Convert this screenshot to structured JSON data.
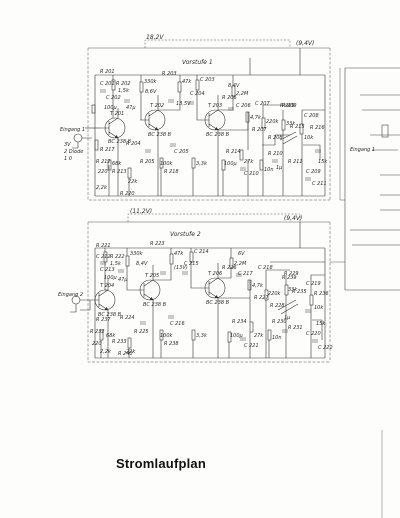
{
  "title": "Stromlaufplan",
  "stage1": {
    "top_voltage": "18,2V",
    "right_voltage": "(9,4V)",
    "board_label": "Vorstufe 1",
    "input_label": "Eingang 1",
    "input_pins": [
      "3V",
      "2 Diode",
      "1 0"
    ],
    "t1": {
      "ref": "T 201",
      "type": "BC 238 B"
    },
    "t2": {
      "ref": "T 202",
      "type": "BC 238 B"
    },
    "t3": {
      "ref": "T 203",
      "type": "BC 238 B"
    },
    "node_v1": "8,6V",
    "node_v2": "13,5V",
    "node_v3": "8,4V",
    "right_input_label": "Eingang 1",
    "parts": [
      "R 201",
      "C 201",
      "R 202",
      "C 202",
      "R 203",
      "C 203",
      "C 204",
      "R 204",
      "R 205",
      "C 205",
      "R 206",
      "C 206",
      "R 207",
      "R 208",
      "C 207",
      "R 209",
      "C 208",
      "R 210",
      "R 211",
      "C 209",
      "R 212",
      "R 213",
      "R 214",
      "C 210",
      "R 215",
      "R 216",
      "C 211",
      "R 217",
      "R 218",
      "R 219",
      "R 220"
    ],
    "values": [
      "1,5k",
      "100µ",
      "330k",
      "47k",
      "2,2M",
      "47µ",
      "100k",
      "22k",
      "3,3k",
      "100µ",
      "10n",
      "4,7k",
      "220k",
      "33k",
      "1µ",
      "10k",
      "68k",
      "220",
      "27k",
      "15k",
      "2,2k"
    ]
  },
  "stage2": {
    "top_voltage": "(11,2V)",
    "right_voltage": "(9,4V)",
    "board_label": "Vorstufe 2",
    "input_label": "Eingang 2",
    "t1": {
      "ref": "T 204",
      "type": "BC 238 B"
    },
    "t2": {
      "ref": "T 205",
      "type": "BC 238 B"
    },
    "t3": {
      "ref": "T 206",
      "type": "BC 238 B"
    },
    "node_v1": "8,4V",
    "node_v2": "(13V)",
    "node_v3": "6V",
    "parts": [
      "R 221",
      "C 212",
      "R 222",
      "C 213",
      "R 223",
      "C 214",
      "C 215",
      "R 224",
      "R 225",
      "C 216",
      "R 226",
      "C 217",
      "R 227",
      "R 228",
      "C 218",
      "R 229",
      "C 219",
      "R 230",
      "R 231",
      "C 220",
      "R 232",
      "R 233",
      "R 234",
      "C 221",
      "R 235",
      "R 236",
      "C 222",
      "R 237",
      "R 238",
      "R 239",
      "R 240"
    ],
    "values": [
      "1,5k",
      "100µ",
      "330k",
      "47k",
      "2,2M",
      "47µ",
      "100k",
      "22k",
      "3,3k",
      "100µ",
      "10n",
      "4,7k",
      "220k",
      "33k",
      "1µ",
      "10k",
      "68k",
      "220",
      "27k",
      "15k",
      "2,2k"
    ]
  }
}
